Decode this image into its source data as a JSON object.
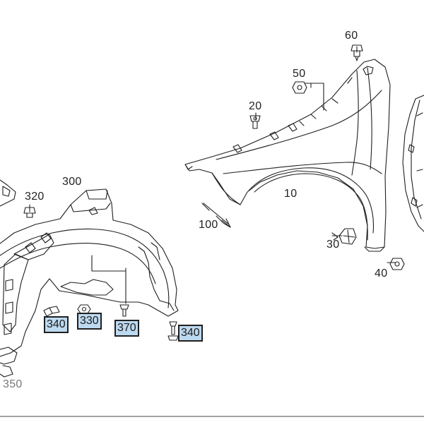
{
  "diagram": {
    "callouts": {
      "c10": "10",
      "c20": "20",
      "c30": "30",
      "c40": "40",
      "c50": "50",
      "c60": "60",
      "c100": "100",
      "c300": "300",
      "c320": "320",
      "c350": "350"
    },
    "highlighted": {
      "h340a": "340",
      "h330": "330",
      "h370": "370",
      "h340b": "340"
    },
    "colors": {
      "line": "#1f1f1f",
      "highlight_fill": "#bcd9f0",
      "highlight_border": "#202020"
    }
  }
}
